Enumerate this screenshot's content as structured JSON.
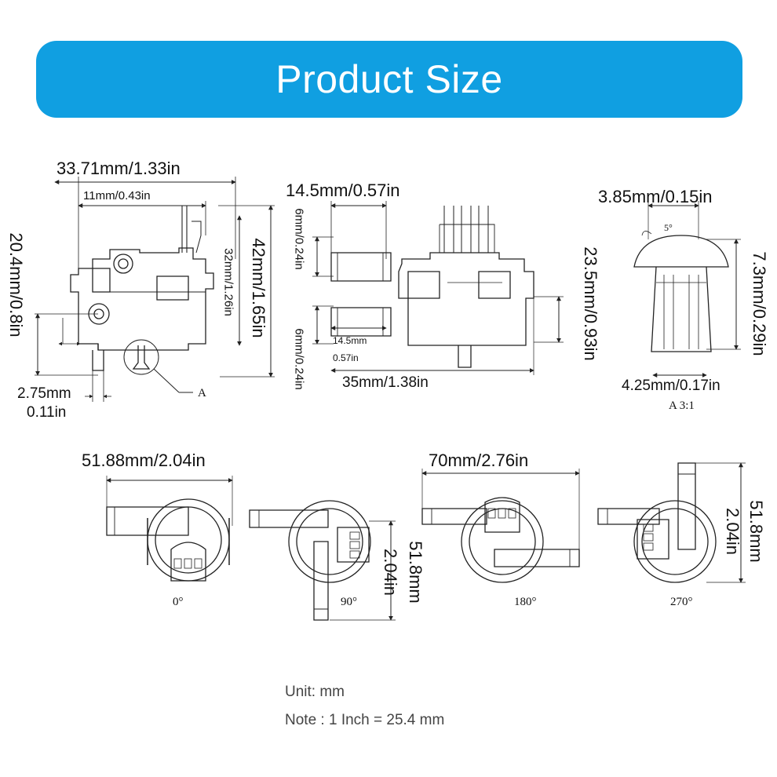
{
  "header": {
    "title": "Product Size",
    "color": "#109fe1"
  },
  "side_view": {
    "width": "33.71mm/1.33in",
    "inner_width": "11mm/0.43in",
    "height_left": "20.4mm/0.8in",
    "height_right": "42mm/1.65in",
    "inner_height": "32mm/1.26in",
    "pin_dia_top": "2.75mm",
    "pin_dia_bottom": "0.11in",
    "detail_callout": "A"
  },
  "front_view": {
    "port_length_top": "14.5mm/0.57in",
    "port_dia_top": "6mm/0.24in",
    "port_dia_bottom": "6mm/0.24in",
    "port_length_inner_top": "14.5mm",
    "port_length_inner_bottom": "0.57in",
    "body_width": "35mm/1.38in",
    "height": "23.5mm/0.93in"
  },
  "detail_view": {
    "top_width": "3.85mm/0.15in",
    "angle": "5°",
    "height": "7.3mm/0.29in",
    "bottom_width": "4.25mm/0.17in",
    "scale_label": "A 3:1"
  },
  "rotations": {
    "width_0": "51.88mm/2.04in",
    "width_180": "70mm/2.76in",
    "height_90_mm": "51.8mm",
    "height_90_in": "2.04in",
    "height_270_mm": "51.8mm",
    "height_270_in": "2.04in",
    "labels": [
      "0°",
      "90°",
      "180°",
      "270°"
    ]
  },
  "notes": {
    "unit": "Unit: mm",
    "conversion": "Note : 1 Inch = 25.4 mm"
  }
}
